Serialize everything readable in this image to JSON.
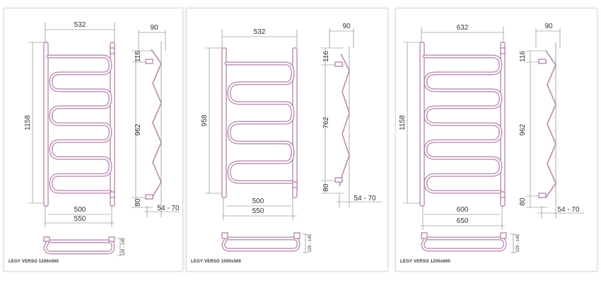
{
  "panels": [
    {
      "caption": "LEGY VERSO 1200x500",
      "top_width": "532",
      "depth": "90",
      "height": "1158",
      "top_offset": "116",
      "axis_distance": "962",
      "bottom_offset": "80",
      "inner_width": "500",
      "outer_width": "550",
      "wall_gap": "54 - 70",
      "plan_depth": "129 - 145"
    },
    {
      "caption": "LEGY VERSO 1000x500",
      "top_width": "532",
      "depth": "90",
      "height": "958",
      "top_offset": "116",
      "axis_distance": "762",
      "bottom_offset": "80",
      "inner_width": "500",
      "outer_width": "550",
      "wall_gap": "54 - 70",
      "plan_depth": "129 - 145"
    },
    {
      "caption": "LEGY VERSO 1200x600",
      "top_width": "632",
      "depth": "90",
      "height": "1158",
      "top_offset": "116",
      "axis_distance": "962",
      "bottom_offset": "80",
      "inner_width": "600",
      "outer_width": "650",
      "wall_gap": "54 - 70",
      "plan_depth": "129 - 145"
    }
  ],
  "colors": {
    "tube": "#b98ab2",
    "dimension_line": "#777777",
    "text": "#333333"
  }
}
